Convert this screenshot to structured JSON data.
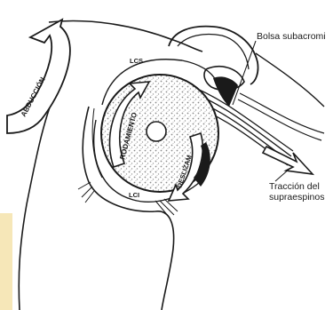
{
  "labels": {
    "abduccion": "ABDUCCIÓN",
    "bolsa": "Bolsa subacromi",
    "traccion_line1": "Tracción del",
    "traccion_line2": "supraespinos",
    "rodamiento": "RODAMIENTO",
    "deslizamiento": "DESLIZAM",
    "lcs": "LCS",
    "lci": "LCI"
  },
  "colors": {
    "ink": "#1a1a1a",
    "stipple": "#9a9a9a",
    "tint": "#f6e7b8"
  }
}
